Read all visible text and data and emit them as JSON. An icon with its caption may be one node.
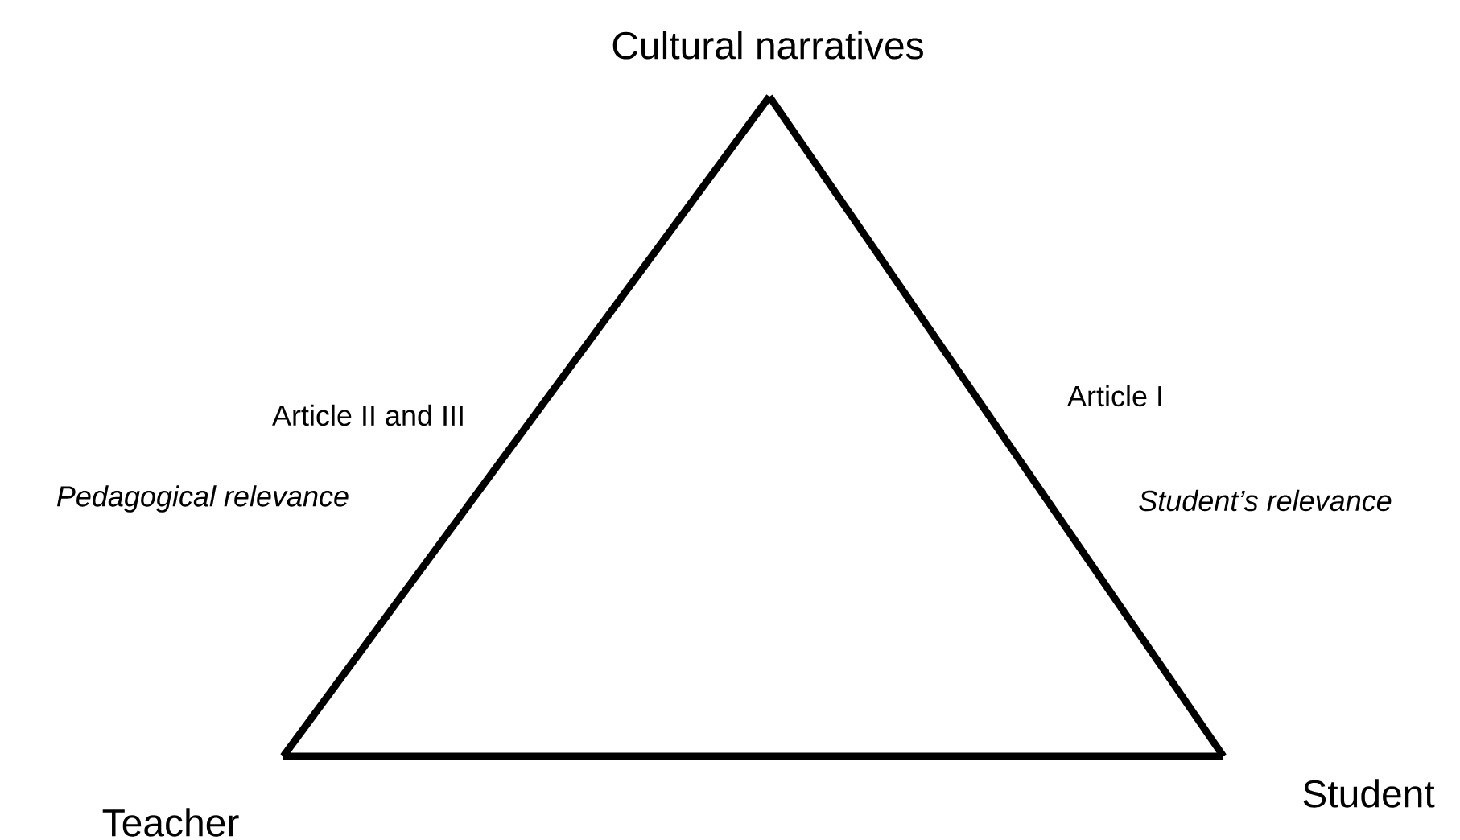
{
  "diagram": {
    "nodes": [
      {
        "text": [
          "Cultural narratives"
        ]
      },
      {
        "text": [
          "Teacher"
        ]
      },
      {
        "text": [
          "Student"
        ]
      }
    ],
    "edges": [
      {
        "from": 0,
        "to": 1,
        "arrow": "none",
        "label": "Article II and III"
      },
      {
        "from": 0,
        "to": 2,
        "arrow": "none",
        "label": "Article I"
      },
      {
        "from": 1,
        "to": 2,
        "arrow": "none"
      }
    ],
    "labels": [
      "Pedagogical relevance",
      "Student’s relevance"
    ]
  }
}
